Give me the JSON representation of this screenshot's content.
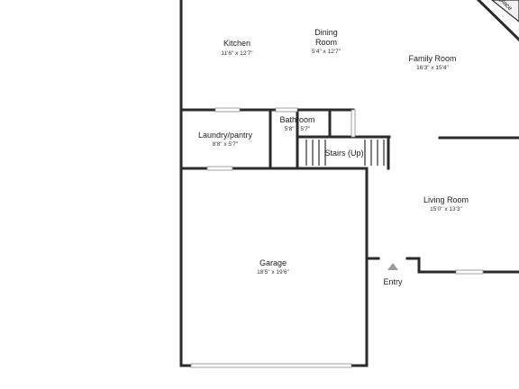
{
  "rooms": {
    "kitchen": {
      "name": "Kitchen",
      "dims": "11'6\" x 12'7\""
    },
    "dining": {
      "name_line1": "Dining",
      "name_line2": "Room",
      "dims": "5'4\" x 12'7\""
    },
    "family": {
      "name": "Family Room",
      "dims": "16'3\" x 15'4\""
    },
    "laundry": {
      "name": "Laundry/pantry",
      "dims": "8'8\" x 5'7\""
    },
    "bathroom": {
      "name": "Bathroom",
      "dims": "5'8\" x 5'7\""
    },
    "stairs": {
      "name": "Stairs (Up)"
    },
    "living": {
      "name": "Living Room",
      "dims": "15'0\" x 13'3\""
    },
    "garage": {
      "name": "Garage",
      "dims": "18'5\" x 19'6\""
    },
    "entry": {
      "name": "Entry"
    },
    "fireplace": {
      "name": "place"
    }
  }
}
